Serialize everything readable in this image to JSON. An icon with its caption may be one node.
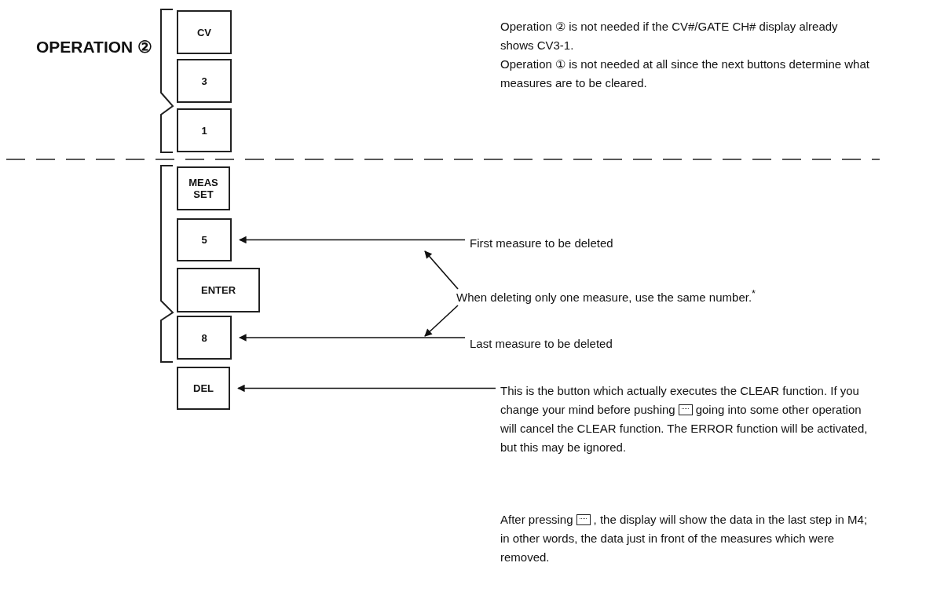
{
  "diagram": {
    "nodes": [
      {
        "text": [
          "CV"
        ]
      },
      {
        "text": [
          "3"
        ]
      },
      {
        "text": [
          "1"
        ]
      },
      {
        "text": [
          "MEAS SET"
        ]
      },
      {
        "text": [
          "5"
        ]
      },
      {
        "text": [
          "ENTER"
        ]
      },
      {
        "text": [
          "8"
        ]
      },
      {
        "text": [
          "DEL"
        ]
      },
      {
        "text": [
          "First measure to be deleted"
        ]
      },
      {
        "text": [
          "When deleting only one measure, use the same number.$^{*}$"
        ]
      },
      {
        "text": [
          "Last measure to be deleted"
        ]
      },
      {
        "text": [
          "This is the button which actually executes the CLEAR function. If you change your mind before pushing",
          "going into some other operation will cancel the CLEAR function. The ERROR function will be activated, but this may be ignored."
        ]
      }
    ],
    "edges": [
      {
        "from": 8,
        "to": 4,
        "arrow": "to"
      },
      {
        "from": 9,
        "to": 8,
        "arrow": "to"
      },
      {
        "from": 9,
        "to": 10,
        "arrow": "to"
      },
      {
        "from": 10,
        "to": 6,
        "arrow": "to"
      },
      {
        "from": 11,
        "to": 7,
        "arrow": "to"
      }
    ],
    "labels": [
      "OPERATION ②",
      "Operation ② is not needed if the CV#/GATE CH# display already shows CV3-1.",
      "Operation ① is not needed at all since the next buttons determine what measures are to be cleared.",
      "After pressing",
      ", the display will show the data in the last step in M4; in other words, the data just in front of the measures which were removed."
    ]
  }
}
